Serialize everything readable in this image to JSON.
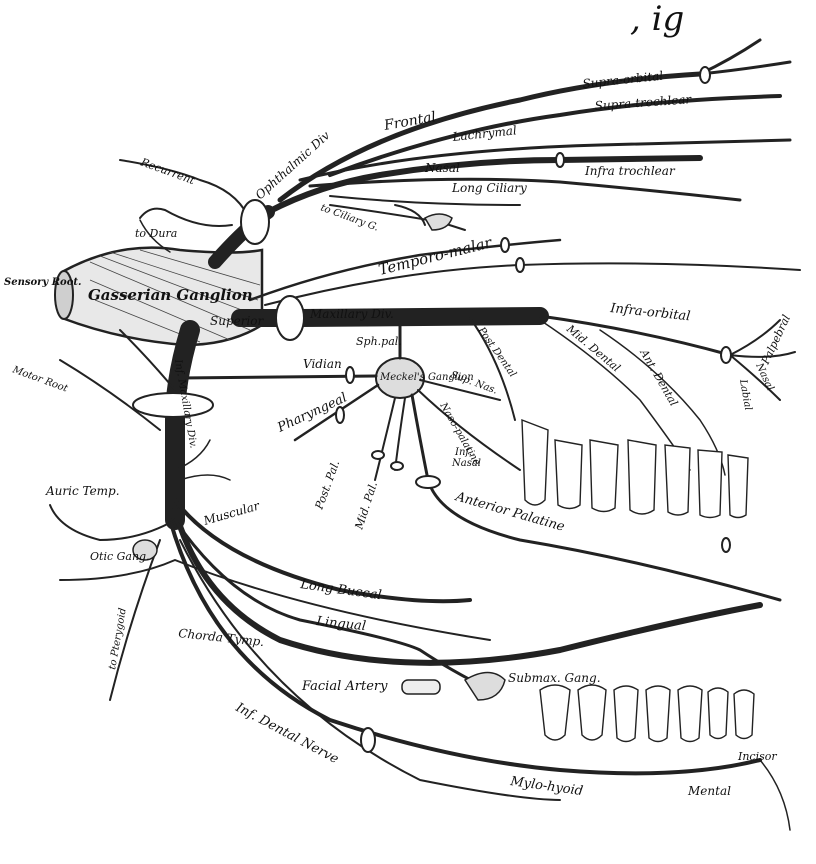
{
  "header_fragment": ", ig",
  "labels": {
    "supra_orbital": "Supra-orbital",
    "supra_trochlear": "Supra-trochlear",
    "frontal": "Frontal",
    "lachrymal": "Lachrymal",
    "ophthalmic_div": "Ophthalmic Div",
    "recurrent": "Recurrent",
    "nasal_upper": "Nasal",
    "infra_trochlear": "Infra trochlear",
    "long_ciliary": "Long Ciliary",
    "to_ciliary_g": "to Ciliary G.",
    "to_dura": "to Dura",
    "temporo_malar": "Temporo-malar",
    "sensory_root": "Sensory Root.",
    "gasserian_ganglion": "Gasserian Ganglion",
    "superior": "Superior",
    "maxillary_div": "Maxillary Div.",
    "sph_pal": "Sph.pal.",
    "infra_orbital": "Infra-orbital",
    "post_dental": "Post Dental",
    "mid_dental": "Mid. Dental",
    "ant_dental": "Ant. Dental",
    "palpebral": "Palpebral",
    "nasal_side": "Nasal",
    "labial": "Labial",
    "motor_root": "Motor Root",
    "vidian": "Vidian",
    "meckels_ganglion": "Meckel's Ganglion",
    "sup_nas": "Sup. Nas.",
    "pharyngeal": "Pharyngeal",
    "inf_maxillary_div": "Inf. Maxillary Div.",
    "naso_palatine": "Naso-palatine",
    "inf": "Inf.",
    "nasal_inf": "Nasal",
    "auric_temp": "Auric Temp.",
    "post_pal": "Post. Pal.",
    "mid_pal": "Mid. Pal.",
    "anterior_palatine": "Anterior Palatine",
    "muscular": "Muscular",
    "otic_gang": "Otic Gang.",
    "long_buccal": "Long Buccal",
    "lingual": "Lingual",
    "to_pterygoid": "to Pterygoid",
    "chorda_tymp": "Chorda Tymp.",
    "facial_artery": "Facial Artery",
    "submax_gang": "Submax. Gang.",
    "inf_dental_nerve": "Inf. Dental Nerve",
    "mylo_hyoid": "Mylo-hyoid",
    "incisor": "Incisor",
    "mental": "Mental"
  },
  "colors": {
    "ink": "#222222",
    "paper": "#ffffff"
  }
}
